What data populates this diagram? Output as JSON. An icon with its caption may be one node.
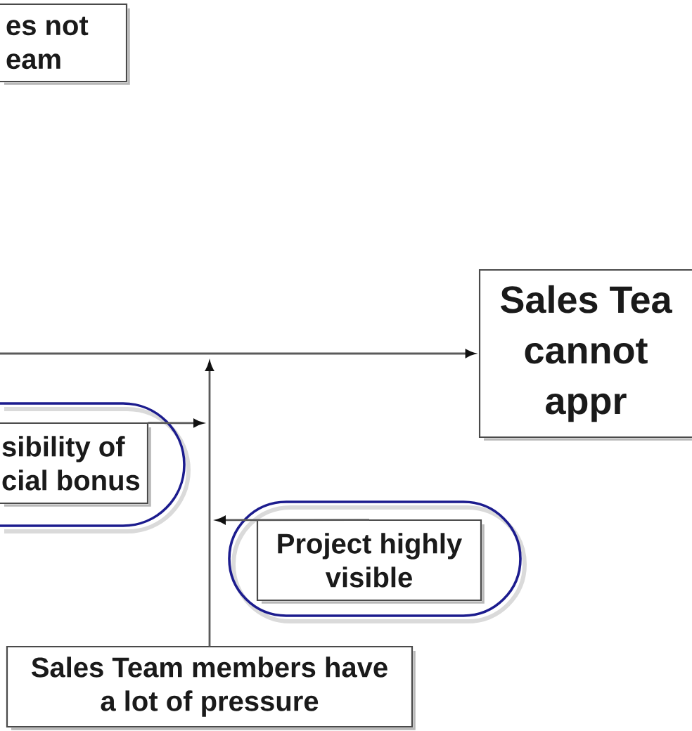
{
  "diagram": {
    "nodes": [
      {
        "text": [
          "es not eam"
        ]
      },
      {
        "text": [
          "Sales Tea cannot appr"
        ]
      },
      {
        "text": [],
        "shape": "oval"
      },
      {
        "text": [
          "sibility of cial bonus"
        ],
        "in": 2
      },
      {
        "text": [],
        "shape": "oval"
      },
      {
        "text": [
          "Project highly visible"
        ],
        "in": 4
      },
      {
        "text": [
          "Sales Team members have a lot of pressure"
        ]
      }
    ],
    "edges": [
      {
        "from": null,
        "to": 1,
        "arrow": "to"
      },
      {
        "from": 6,
        "to": null,
        "arrow": "to"
      },
      {
        "from": 3,
        "to": null,
        "arrow": "to"
      },
      {
        "from": 5,
        "to": null,
        "arrow": "to"
      }
    ]
  }
}
